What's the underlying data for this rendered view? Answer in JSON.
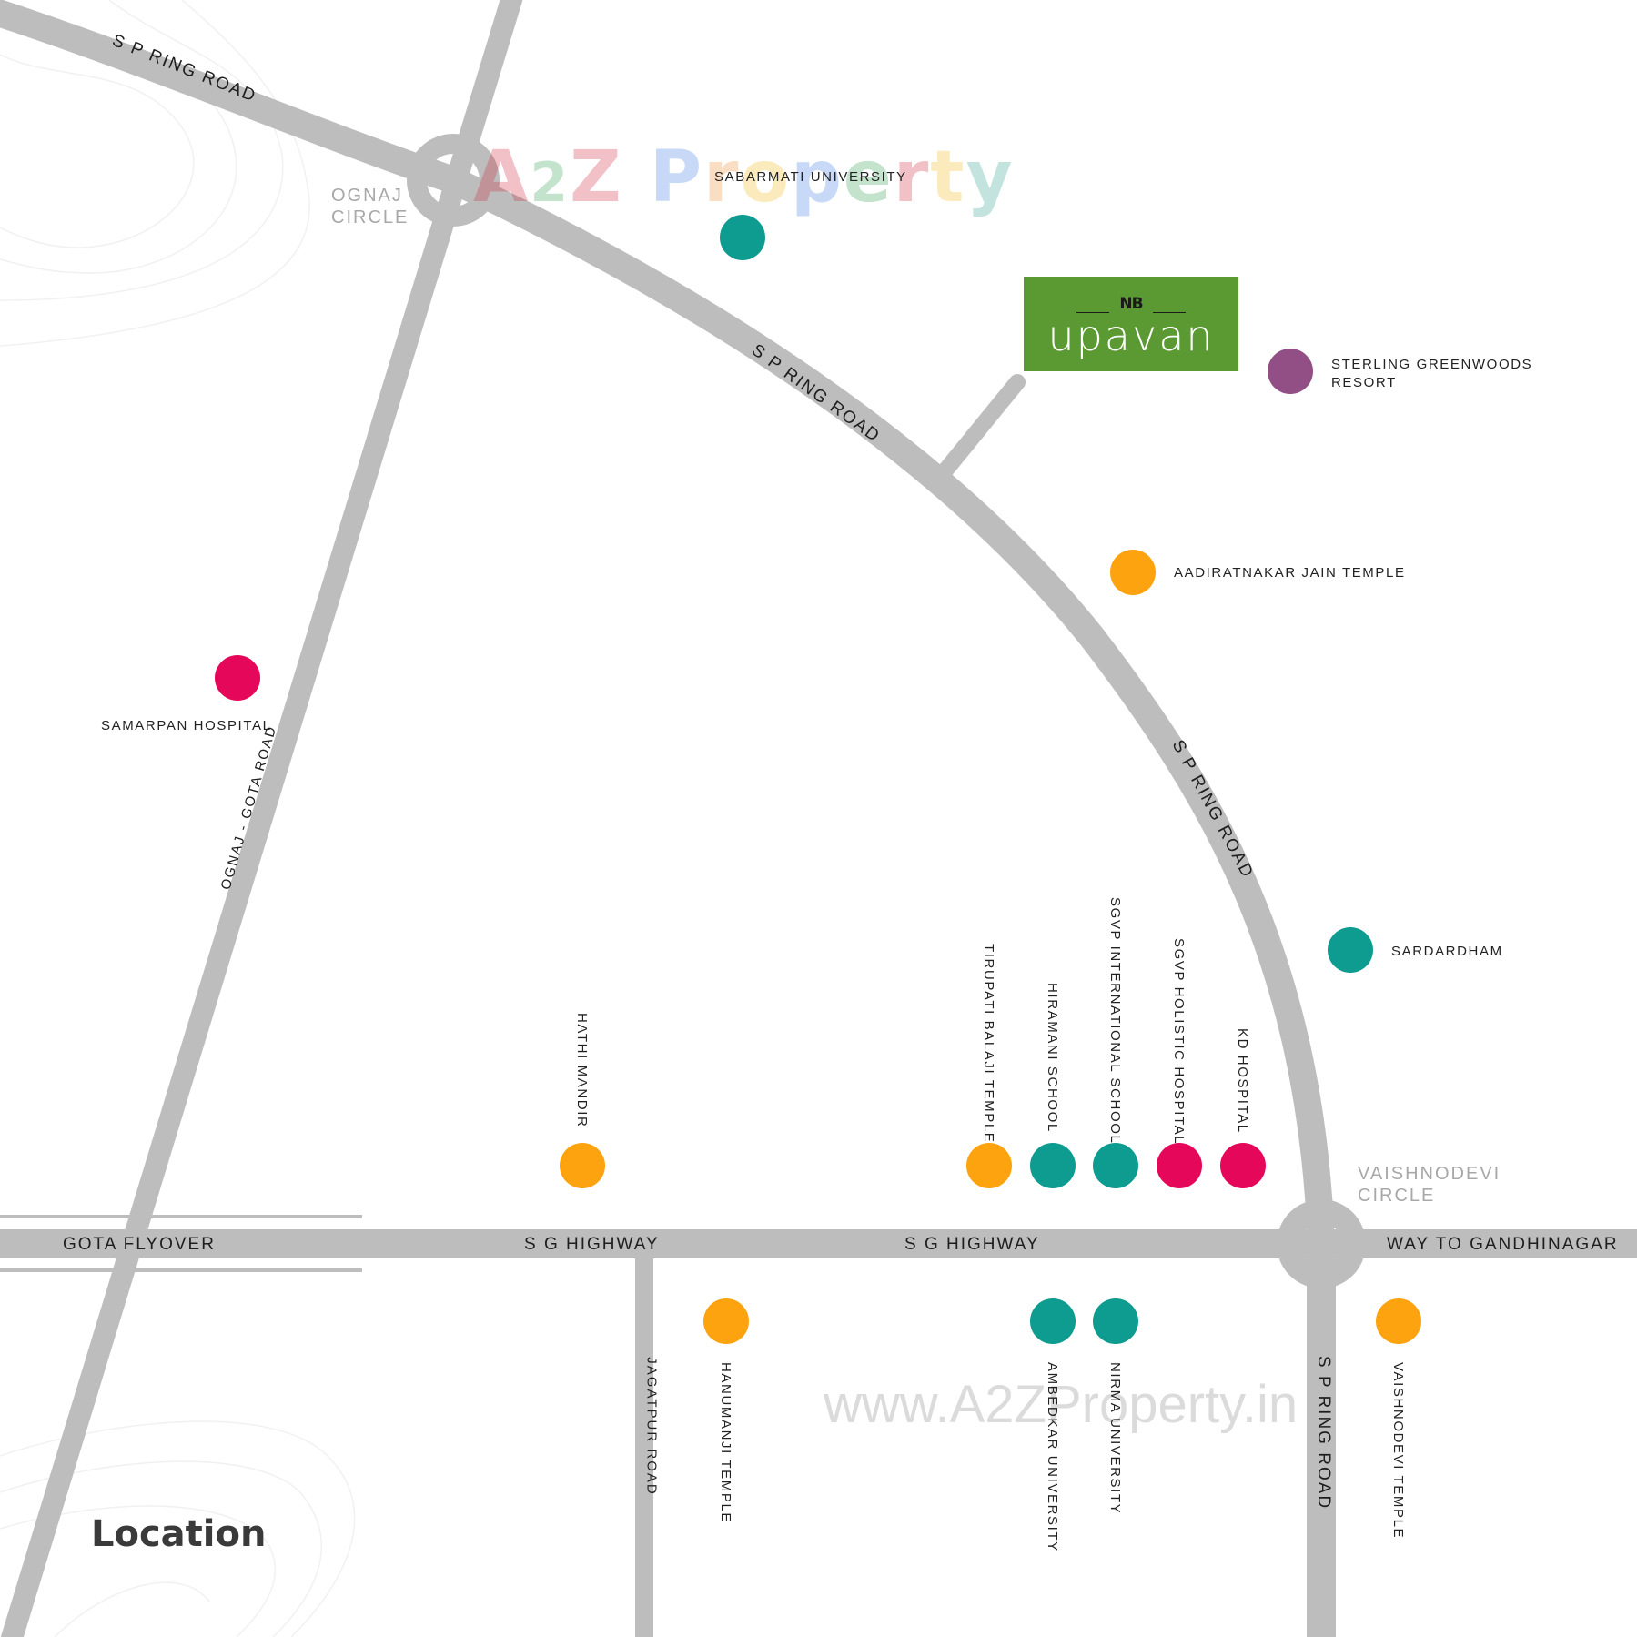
{
  "title": "Location",
  "project": {
    "brand": "NB",
    "name": "upavan",
    "color": "#5b9a32"
  },
  "watermarks": {
    "top": {
      "text": "A2Z Property",
      "parts": [
        "A",
        "2",
        "Z",
        " ",
        "P",
        "r",
        "o",
        "p",
        "e",
        "r",
        "t",
        "y"
      ]
    },
    "bottom": "www.A2ZProperty.in"
  },
  "colors": {
    "road": "#bdbdbd",
    "education": "#0e9b90",
    "religious": "#fca30f",
    "hospital": "#e5085a",
    "leisure": "#924f86",
    "circle_label": "#a8a8a8",
    "text": "#222222"
  },
  "circles": {
    "ognaj": "OGNAJ\nCIRCLE",
    "vaishnodevi": "VAISHNODEVI\nCIRCLE"
  },
  "roads": {
    "ring_road_top": "S P RING ROAD",
    "ring_road_mid": "S P RING ROAD",
    "ring_road_curve": "S P RING ROAD",
    "ring_road_bottom": "S P RING ROAD",
    "ognaj_gota": "OGNAJ - GOTA ROAD",
    "gota_flyover": "GOTA FLYOVER",
    "sg_highway_1": "S G HIGHWAY",
    "sg_highway_2": "S G HIGHWAY",
    "way_to_gandhinagar": "WAY TO GANDHINAGAR",
    "jagatpur_road": "JAGATPUR ROAD"
  },
  "landmarks": [
    {
      "name": "SABARMATI UNIVERSITY",
      "category": "education"
    },
    {
      "name": "STERLING GREENWOODS RESORT",
      "category": "leisure"
    },
    {
      "name": "AADIRATNAKAR JAIN TEMPLE",
      "category": "religious"
    },
    {
      "name": "SAMARPAN HOSPITAL",
      "category": "hospital"
    },
    {
      "name": "SARDARDHAM",
      "category": "education"
    },
    {
      "name": "HATHI MANDIR",
      "category": "religious"
    },
    {
      "name": "TIRUPATI BALAJI TEMPLE",
      "category": "religious"
    },
    {
      "name": "HIRAMANI SCHOOL",
      "category": "education"
    },
    {
      "name": "SGVP INTERNATIONAL SCHOOL",
      "category": "education"
    },
    {
      "name": "SGVP HOLISTIC HOSPITAL",
      "category": "hospital"
    },
    {
      "name": "KD HOSPITAL",
      "category": "hospital"
    },
    {
      "name": "HANUMANJI TEMPLE",
      "category": "religious"
    },
    {
      "name": "AMBEDKAR UNIVERSITY",
      "category": "education"
    },
    {
      "name": "NIRMA UNIVERSITY",
      "category": "education"
    },
    {
      "name": "VAISHNODEVI TEMPLE",
      "category": "religious"
    }
  ]
}
